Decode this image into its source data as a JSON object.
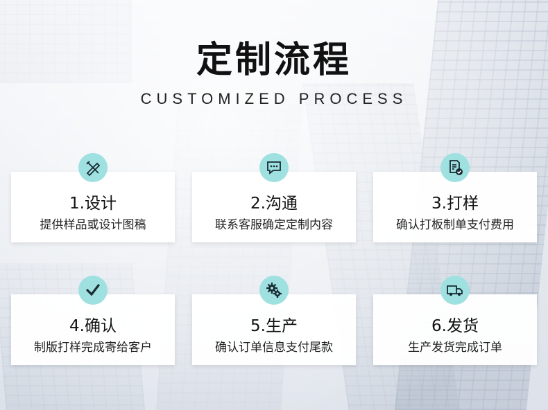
{
  "header": {
    "title": "定制流程",
    "subtitle": "CUSTOMIZED PROCESS"
  },
  "colors": {
    "icon_bg": "#9fe0e0",
    "text": "#111111",
    "card_bg": "#ffffff"
  },
  "steps": [
    {
      "title": "1.设计",
      "desc": "提供样品或设计图稿",
      "icon": "pencil-ruler-icon"
    },
    {
      "title": "2.沟通",
      "desc": "联系客服确定定制内容",
      "icon": "chat-bubble-icon"
    },
    {
      "title": "3.打样",
      "desc": "确认打板制单支付费用",
      "icon": "document-check-icon"
    },
    {
      "title": "4.确认",
      "desc": "制版打样完成寄给客户",
      "icon": "checkmark-icon"
    },
    {
      "title": "5.生产",
      "desc": "确认订单信息支付尾款",
      "icon": "gears-icon"
    },
    {
      "title": "6.发货",
      "desc": "生产发货完成订单",
      "icon": "delivery-truck-icon"
    }
  ]
}
